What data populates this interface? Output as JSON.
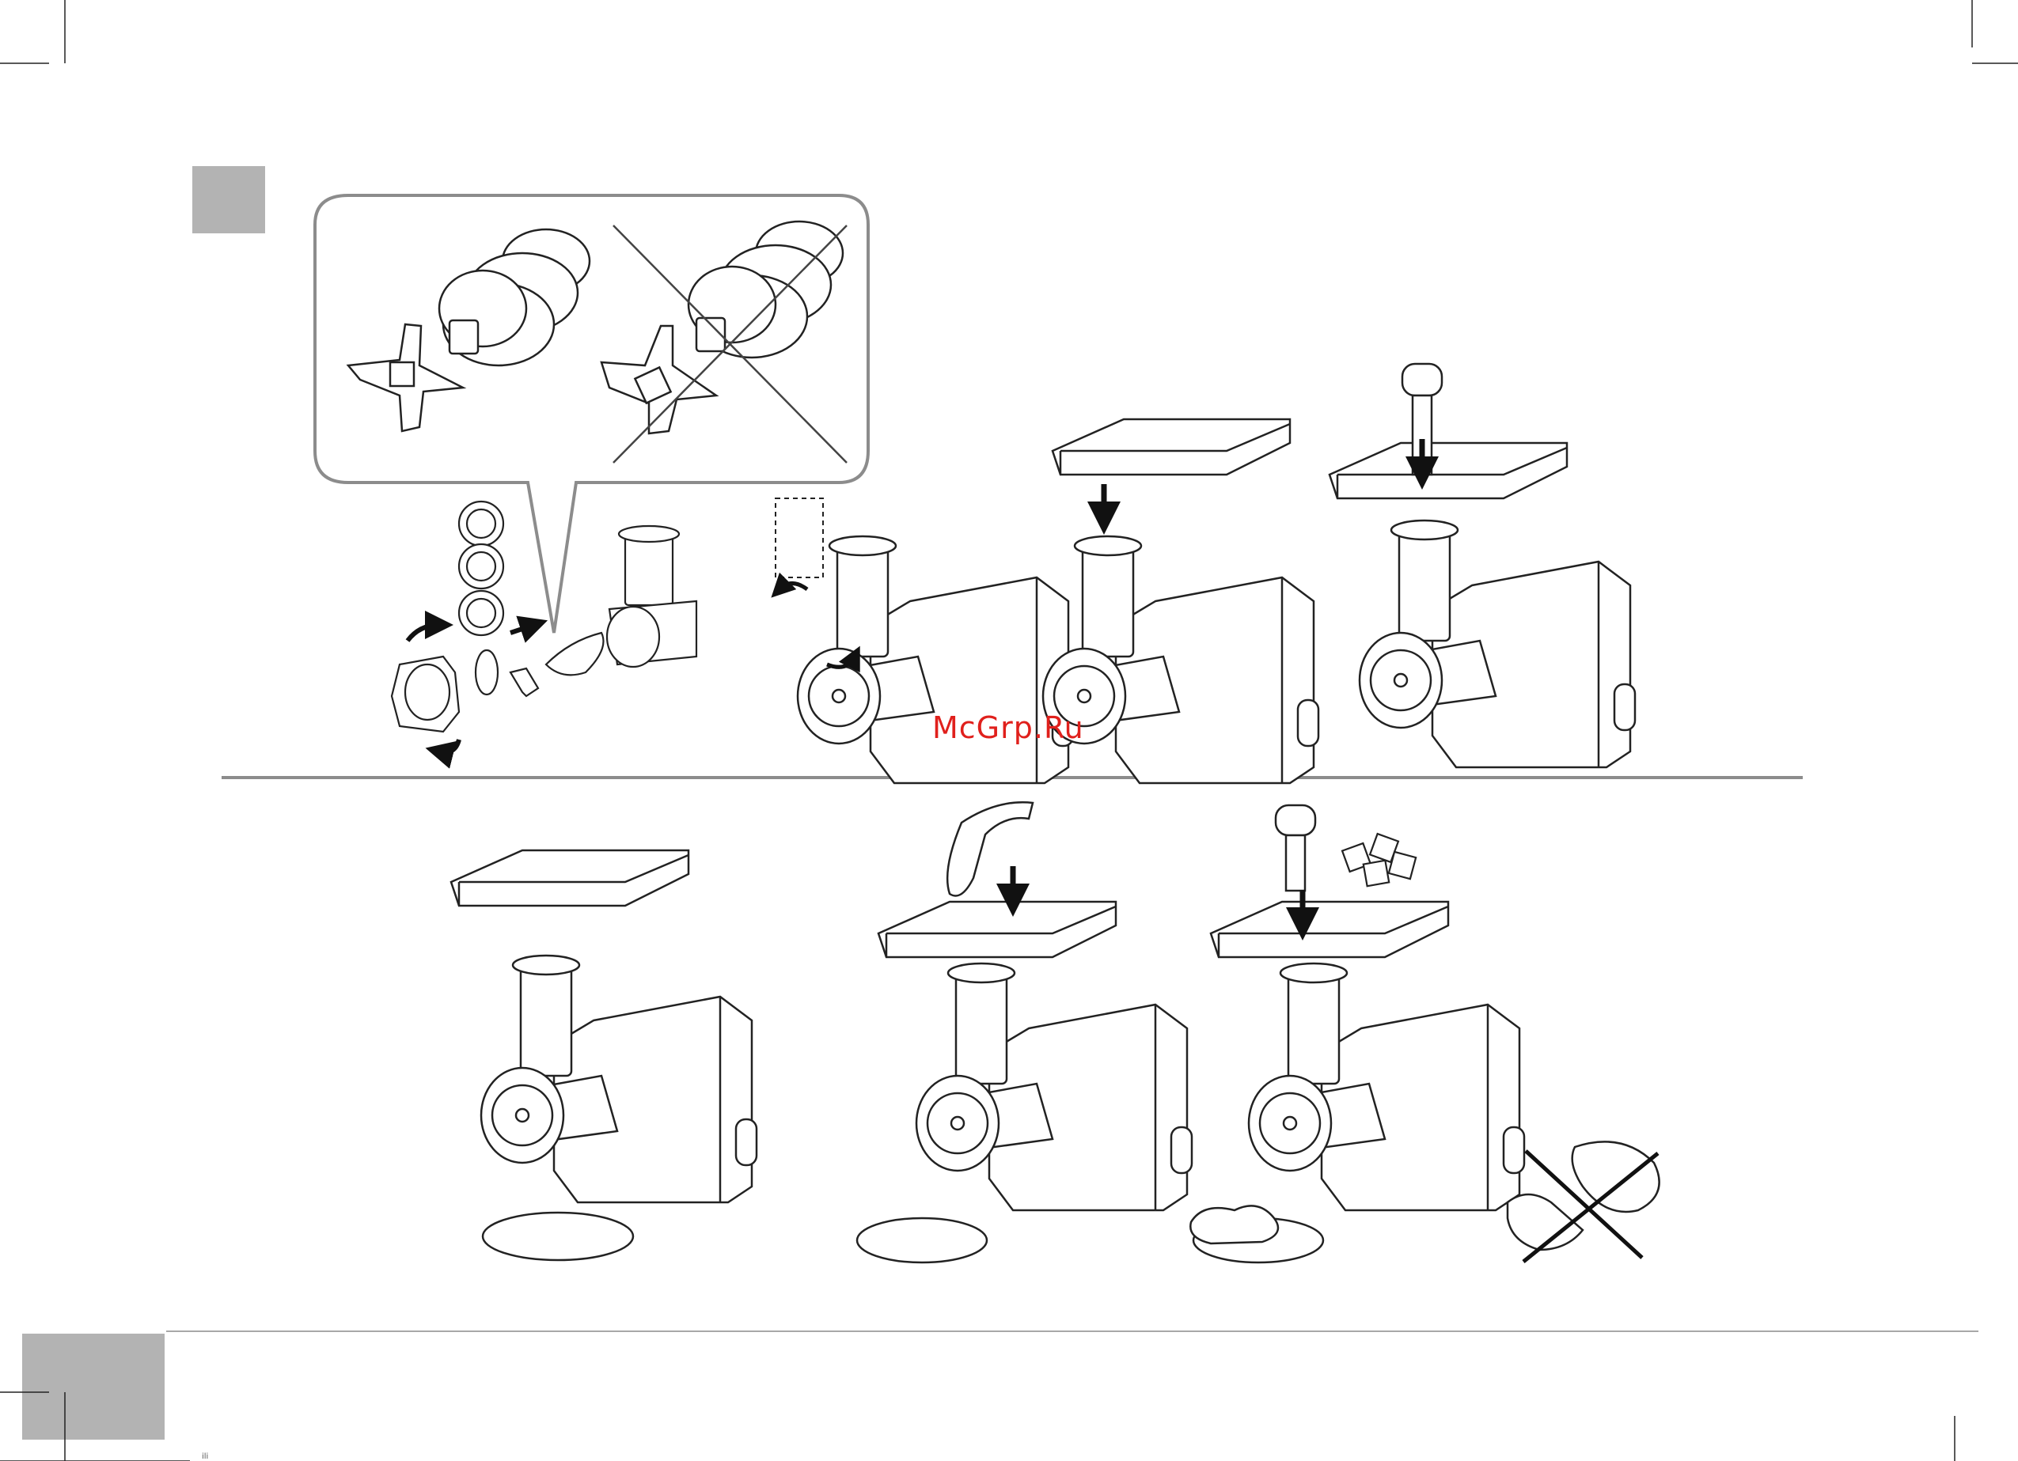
{
  "watermark": {
    "text": "McGrp.Ru",
    "color": "#e0201c"
  },
  "footer": {
    "mark": "ili"
  },
  "colors": {
    "tab": "#b3b3b3",
    "line": "#222222",
    "rule": "#8c8c8c"
  },
  "icons": [
    "crop-mark",
    "cross-out",
    "arrow",
    "hand",
    "ice-cubes",
    "meat-bone"
  ]
}
